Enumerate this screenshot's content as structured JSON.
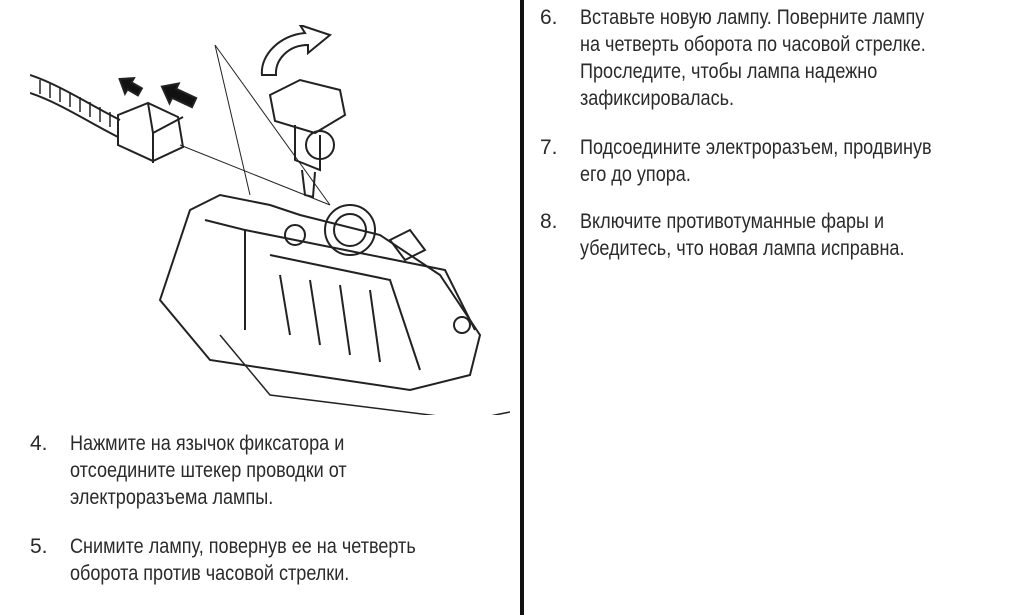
{
  "left_steps": [
    {
      "number": "4.",
      "lines": [
        "Нажмите на язычок фиксатора и",
        "отсоедините штекер проводки от",
        "электроразъема лампы."
      ]
    },
    {
      "number": "5.",
      "lines": [
        "Снимите лампу, повернув ее на четверть",
        "оборота против часовой стрелки."
      ]
    }
  ],
  "right_steps": [
    {
      "number": "6.",
      "lines": [
        "Вставьте новую лампу. Поверните лампу",
        "на четверть оборота по часовой стрелке.",
        "Проследите, чтобы лампа надежно",
        "зафиксировалась."
      ]
    },
    {
      "number": "7.",
      "lines": [
        "Подсоедините электроразъем, продвинув",
        "его до упора."
      ]
    },
    {
      "number": "8.",
      "lines": [
        "Включите противотуманные фары и",
        "убедитесь, что новая лампа исправна."
      ]
    }
  ]
}
